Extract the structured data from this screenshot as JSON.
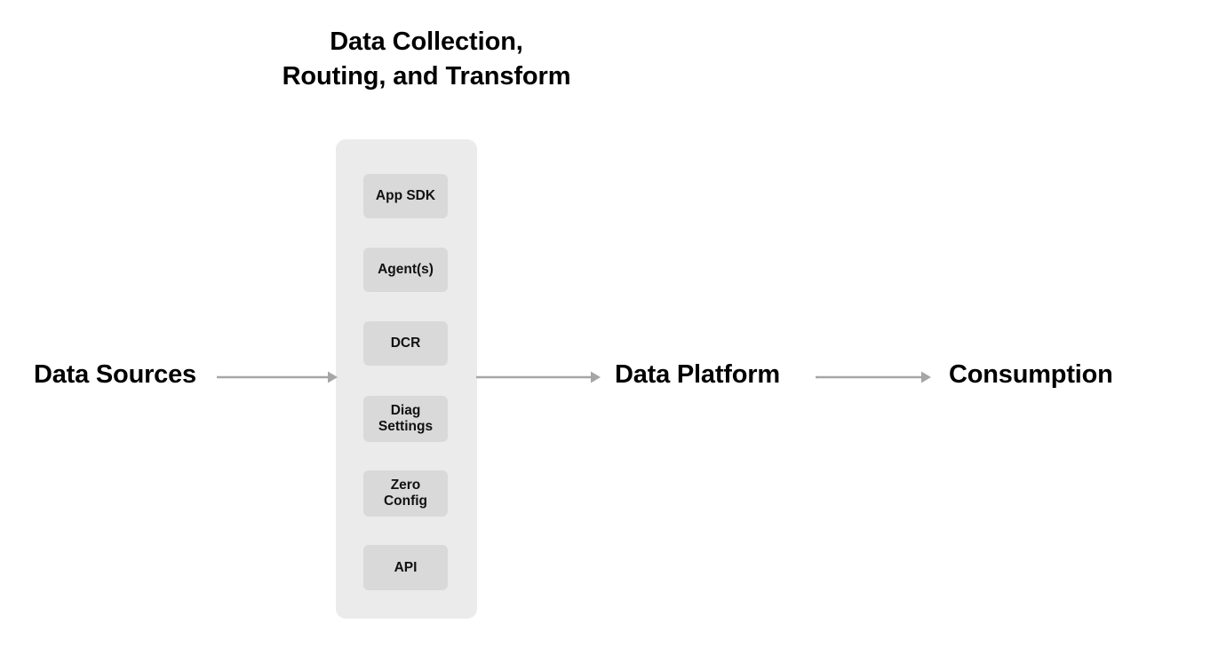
{
  "diagram": {
    "title": "Data Collection,\nRouting, and Transform",
    "colors": {
      "container_fill": "#ebebeb",
      "box_fill": "#d9d9d9",
      "arrow": "#a6a6a6",
      "text": "#000000",
      "background": "#ffffff"
    },
    "stages": {
      "source_label": "Data Sources",
      "platform_label": "Data Platform",
      "consumption_label": "Consumption"
    },
    "collection_container": {
      "components": [
        {
          "label": "App SDK"
        },
        {
          "label": "Agent(s)"
        },
        {
          "label": "DCR"
        },
        {
          "label": "Diag\nSettings"
        },
        {
          "label": "Zero\nConfig"
        },
        {
          "label": "API"
        }
      ]
    },
    "arrows": [
      {
        "name": "data-sources-to-collection",
        "direction": "right"
      },
      {
        "name": "collection-to-data-platform",
        "direction": "right"
      },
      {
        "name": "data-platform-to-consumption",
        "direction": "right"
      }
    ]
  }
}
